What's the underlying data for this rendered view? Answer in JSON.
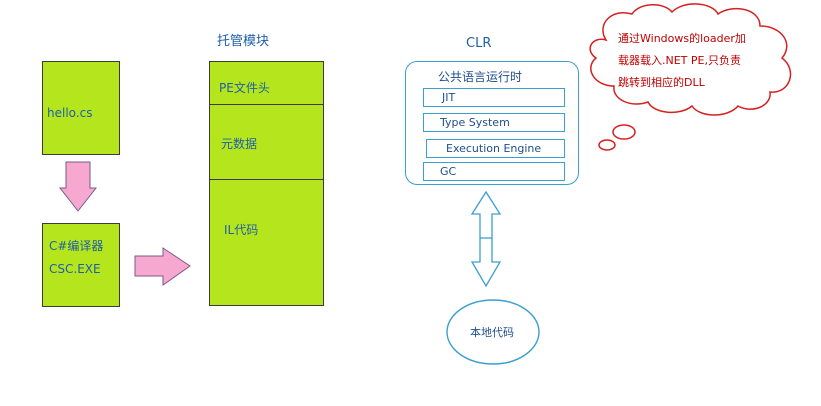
{
  "source_box": {
    "label": "hello.cs"
  },
  "compiler_box": {
    "line1": "C#编译器",
    "line2": "CSC.EXE"
  },
  "managed_module": {
    "title": "托管模块",
    "sections": [
      "PE文件头",
      "元数据",
      "IL代码"
    ]
  },
  "clr": {
    "title": "CLR",
    "inner_title": "公共语言运行时",
    "items": [
      "JIT",
      "Type System",
      "Execution Engine",
      "GC"
    ]
  },
  "native_code": {
    "label": "本地代码"
  },
  "cloud_note": {
    "lines": [
      "通过Windows的loader加",
      "载器载入.NET PE,只负责",
      "跳转到相应的DLL"
    ]
  },
  "colors": {
    "box_fill": "#b5e61d",
    "arrow_pink": "#f7a8d0",
    "clr_border": "#3aa0d0",
    "cloud_border": "#d62020",
    "cloud_text": "#c00000"
  }
}
